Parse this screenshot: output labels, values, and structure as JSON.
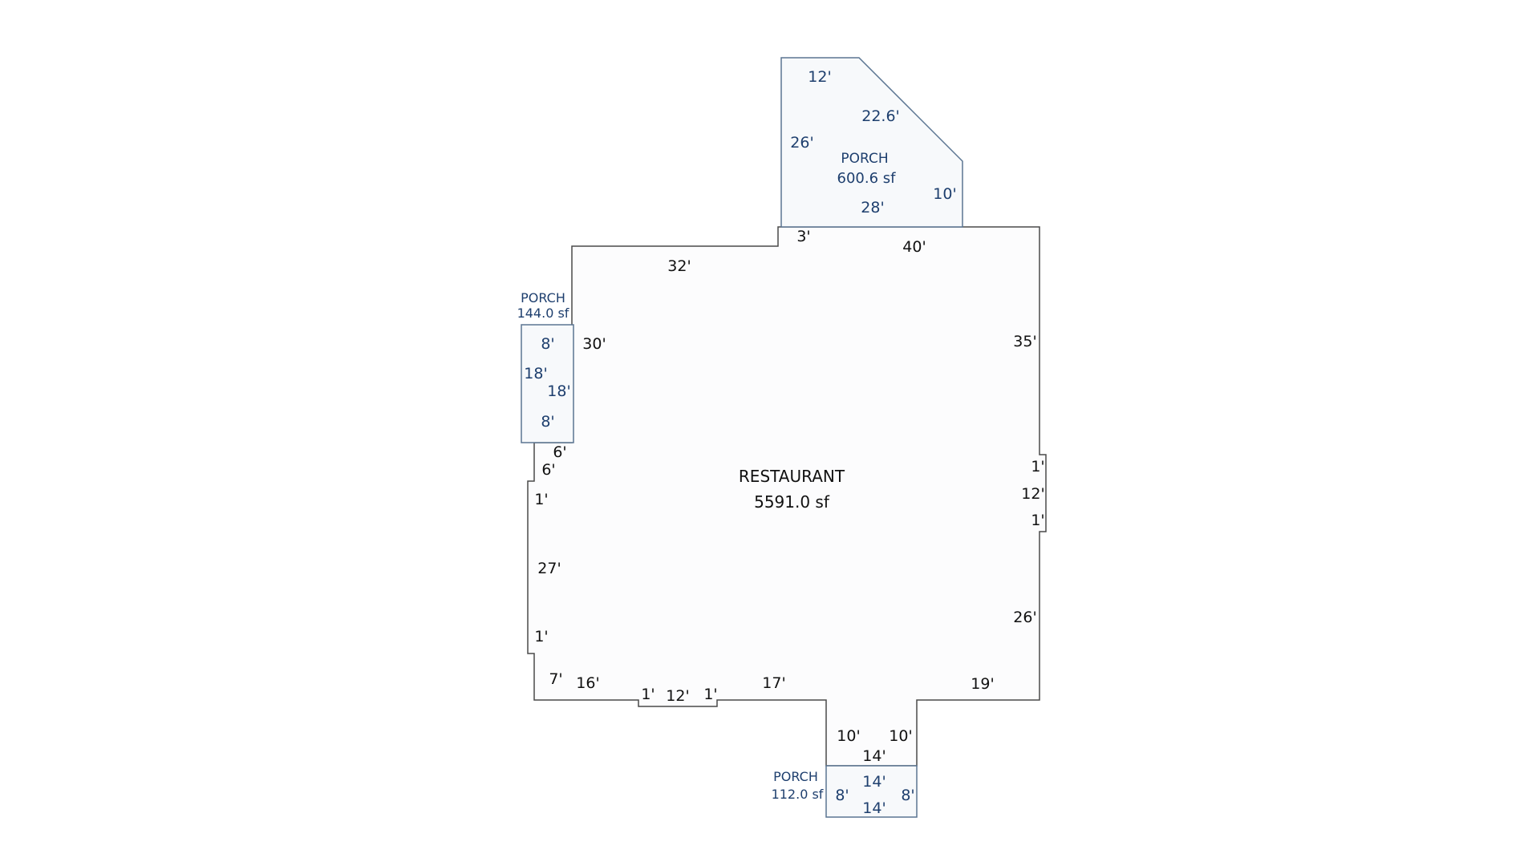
{
  "colors": {
    "main_outline": "#4a4a4a",
    "main_fill": "#fcfcfd",
    "main_text": "#111111",
    "porch_outline": "#5b7592",
    "porch_fill": "#f7f9fb",
    "porch_text": "#1e3f6e"
  },
  "areas": {
    "restaurant": {
      "label": "RESTAURANT",
      "area": "5591.0 sf"
    },
    "porch_north": {
      "label": "PORCH",
      "area": "600.6 sf"
    },
    "porch_west": {
      "label": "PORCH",
      "area": "144.0 sf"
    },
    "porch_south": {
      "label": "PORCH",
      "area": "112.0 sf"
    }
  },
  "dimensions": {
    "restaurant": {
      "top_left": "32'",
      "top_step": "3'",
      "top_right": "40'",
      "right_upper": "35'",
      "right_bump_top": "1'",
      "right_bump": "12'",
      "right_bump_bottom": "1'",
      "right_lower": "26'",
      "bottom_right": "19'",
      "notch_left": "10'",
      "notch_right": "10'",
      "notch_bottom": "14'",
      "bottom_mid": "17'",
      "bottom_bump_right": "1'",
      "bottom_bump": "12'",
      "bottom_bump_left": "1'",
      "bottom_left": "16'",
      "left_corner": "7'",
      "left_step_lower": "1'",
      "left_mid": "27'",
      "left_step_upper": "1'",
      "left_upper": "6'",
      "left_notch": "6'",
      "left_top": "30'"
    },
    "porch_north": {
      "top": "12'",
      "diagonal": "22.6'",
      "left": "26'",
      "right": "10'",
      "bottom": "28'"
    },
    "porch_west": {
      "top": "8'",
      "left": "18'",
      "right": "18'",
      "bottom": "8'"
    },
    "porch_south": {
      "top": "14'",
      "left": "8'",
      "right": "8'",
      "bottom": "14'"
    }
  }
}
